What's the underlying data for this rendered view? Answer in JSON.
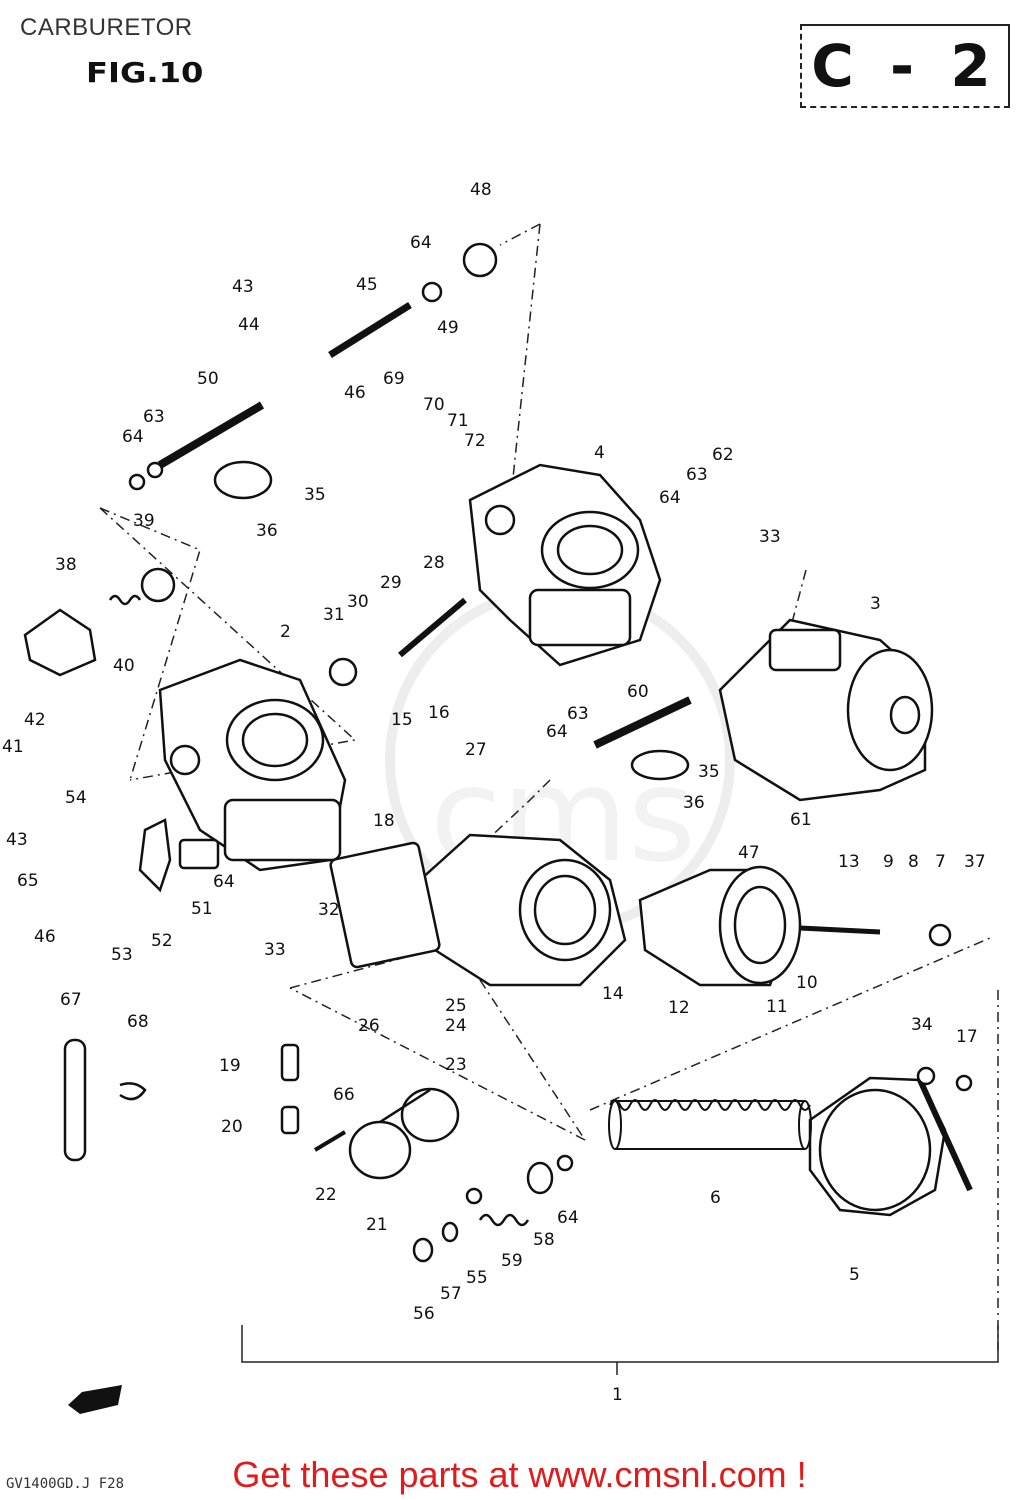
{
  "page": {
    "title": "CARBURETOR",
    "figure": "FIG.10",
    "section": "C - 2",
    "doc_code": "GV1400GD.J F28",
    "call_to_action": "Get these parts at www.cmsnl.com !"
  },
  "colors": {
    "cta": "#e01b1b",
    "ink": "#111111",
    "watermark": "#d8d8d8"
  },
  "parts": [
    {
      "n": "48"
    },
    {
      "n": "64"
    },
    {
      "n": "43"
    },
    {
      "n": "45"
    },
    {
      "n": "44"
    },
    {
      "n": "49"
    },
    {
      "n": "46"
    },
    {
      "n": "69"
    },
    {
      "n": "70"
    },
    {
      "n": "71"
    },
    {
      "n": "72"
    },
    {
      "n": "50"
    },
    {
      "n": "63"
    },
    {
      "n": "64"
    },
    {
      "n": "35"
    },
    {
      "n": "36"
    },
    {
      "n": "39"
    },
    {
      "n": "4"
    },
    {
      "n": "62"
    },
    {
      "n": "63"
    },
    {
      "n": "64"
    },
    {
      "n": "33"
    },
    {
      "n": "3"
    },
    {
      "n": "38"
    },
    {
      "n": "40"
    },
    {
      "n": "28"
    },
    {
      "n": "29"
    },
    {
      "n": "30"
    },
    {
      "n": "31"
    },
    {
      "n": "2"
    },
    {
      "n": "42"
    },
    {
      "n": "41"
    },
    {
      "n": "60"
    },
    {
      "n": "15"
    },
    {
      "n": "16"
    },
    {
      "n": "27"
    },
    {
      "n": "63"
    },
    {
      "n": "64"
    },
    {
      "n": "35"
    },
    {
      "n": "36"
    },
    {
      "n": "61"
    },
    {
      "n": "54"
    },
    {
      "n": "43"
    },
    {
      "n": "65"
    },
    {
      "n": "46"
    },
    {
      "n": "53"
    },
    {
      "n": "52"
    },
    {
      "n": "51"
    },
    {
      "n": "64"
    },
    {
      "n": "33"
    },
    {
      "n": "18"
    },
    {
      "n": "47"
    },
    {
      "n": "13"
    },
    {
      "n": "9"
    },
    {
      "n": "8"
    },
    {
      "n": "7"
    },
    {
      "n": "37"
    },
    {
      "n": "32"
    },
    {
      "n": "14"
    },
    {
      "n": "12"
    },
    {
      "n": "11"
    },
    {
      "n": "10"
    },
    {
      "n": "67"
    },
    {
      "n": "68"
    },
    {
      "n": "25"
    },
    {
      "n": "26"
    },
    {
      "n": "24"
    },
    {
      "n": "19"
    },
    {
      "n": "23"
    },
    {
      "n": "66"
    },
    {
      "n": "20"
    },
    {
      "n": "22"
    },
    {
      "n": "21"
    },
    {
      "n": "34"
    },
    {
      "n": "17"
    },
    {
      "n": "6"
    },
    {
      "n": "64"
    },
    {
      "n": "58"
    },
    {
      "n": "59"
    },
    {
      "n": "55"
    },
    {
      "n": "57"
    },
    {
      "n": "56"
    },
    {
      "n": "5"
    },
    {
      "n": "1"
    }
  ]
}
